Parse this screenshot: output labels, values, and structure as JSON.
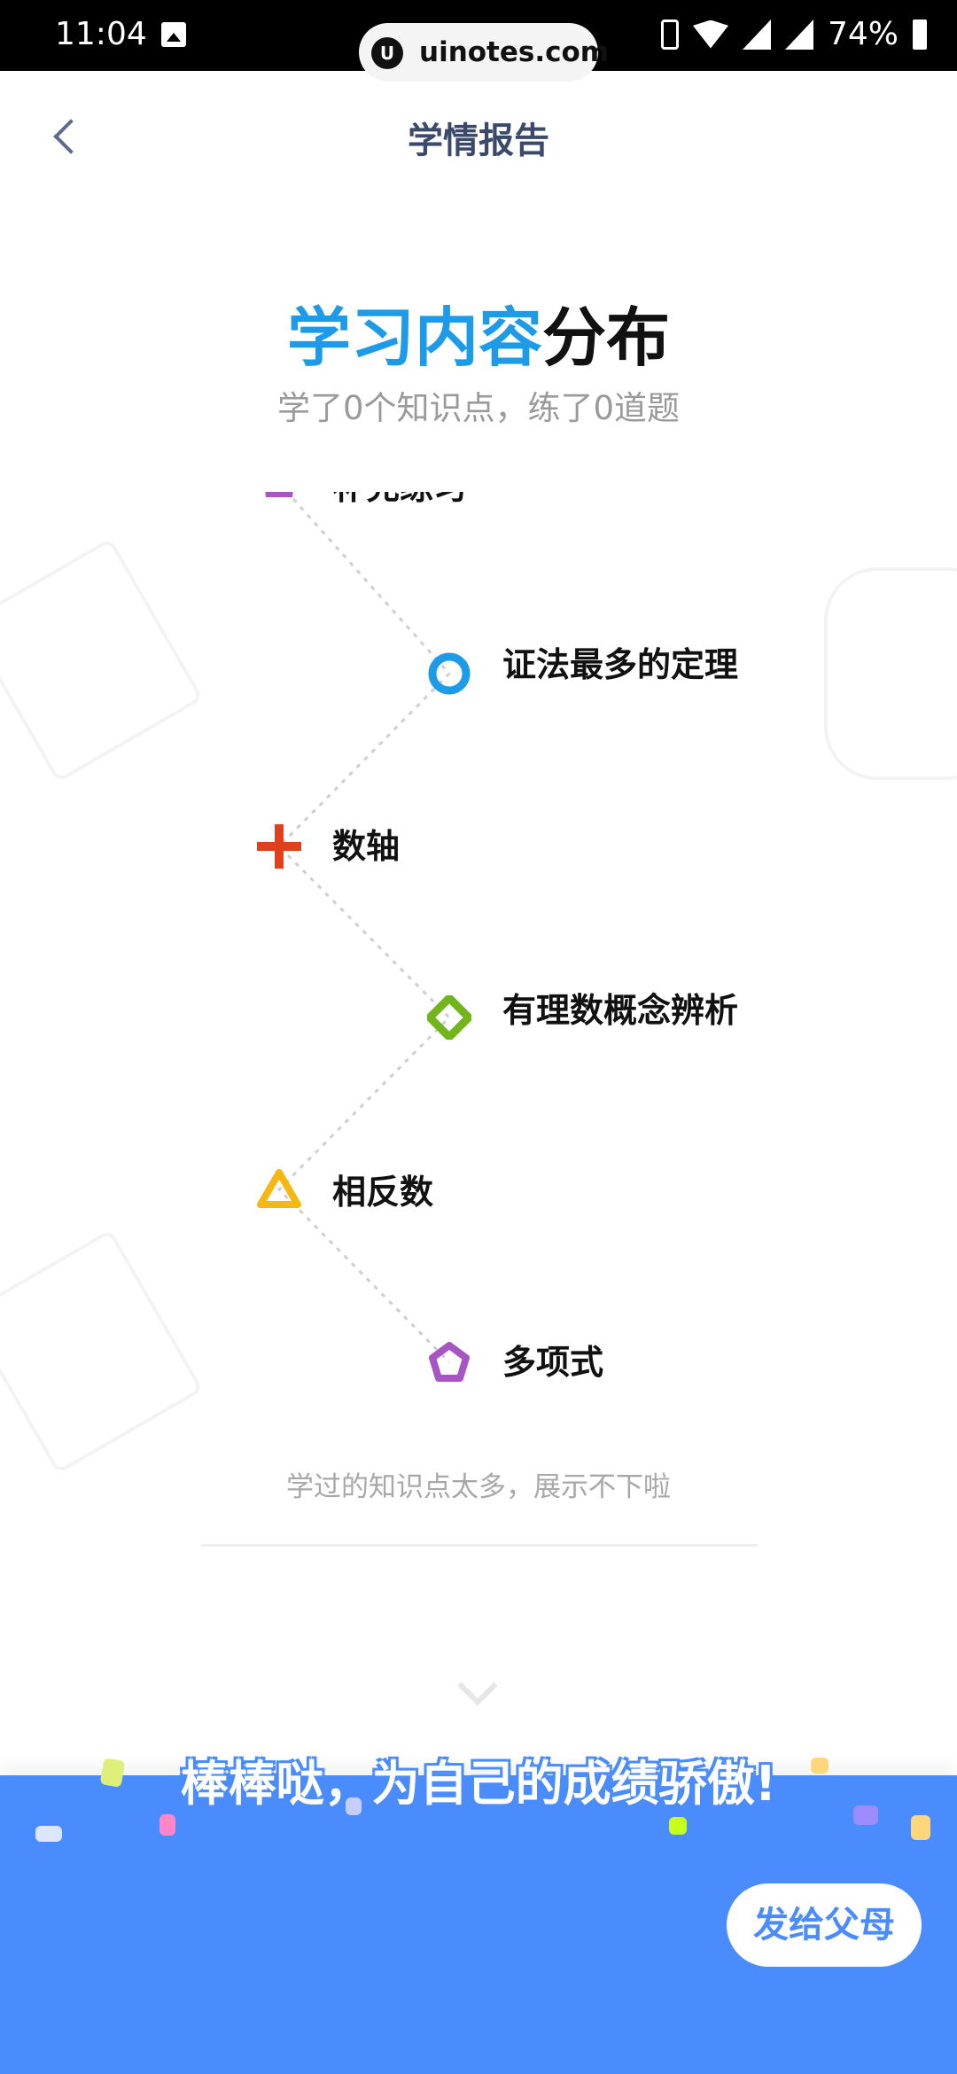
{
  "status_bar": {
    "time": "11:04",
    "battery": "74%",
    "watermark": "uinotes.com"
  },
  "nav": {
    "title": "学情报告"
  },
  "header": {
    "title_highlight": "学习内容",
    "title_rest": "分布",
    "subtitle": "学了0个知识点，练了0道题"
  },
  "knowledge_points": [
    {
      "label": "补充练习",
      "icon": "cup-icon",
      "color": "#a855c4"
    },
    {
      "label": "证法最多的定理",
      "icon": "circle-icon",
      "color": "#1d9be9"
    },
    {
      "label": "数轴",
      "icon": "plus-icon",
      "color": "#e0401c"
    },
    {
      "label": "有理数概念辨析",
      "icon": "diamond-icon",
      "color": "#72b51a"
    },
    {
      "label": "相反数",
      "icon": "triangle-icon",
      "color": "#f4b714"
    },
    {
      "label": "多项式",
      "icon": "pentagon-icon",
      "color": "#a855c4"
    }
  ],
  "footer_note": "学过的知识点太多，展示不下啦",
  "banner": "棒棒哒，为自己的成绩骄傲!",
  "send_button": "发给父母",
  "colors": {
    "accent": "#1d9be9",
    "panel": "#4a8cfd"
  }
}
